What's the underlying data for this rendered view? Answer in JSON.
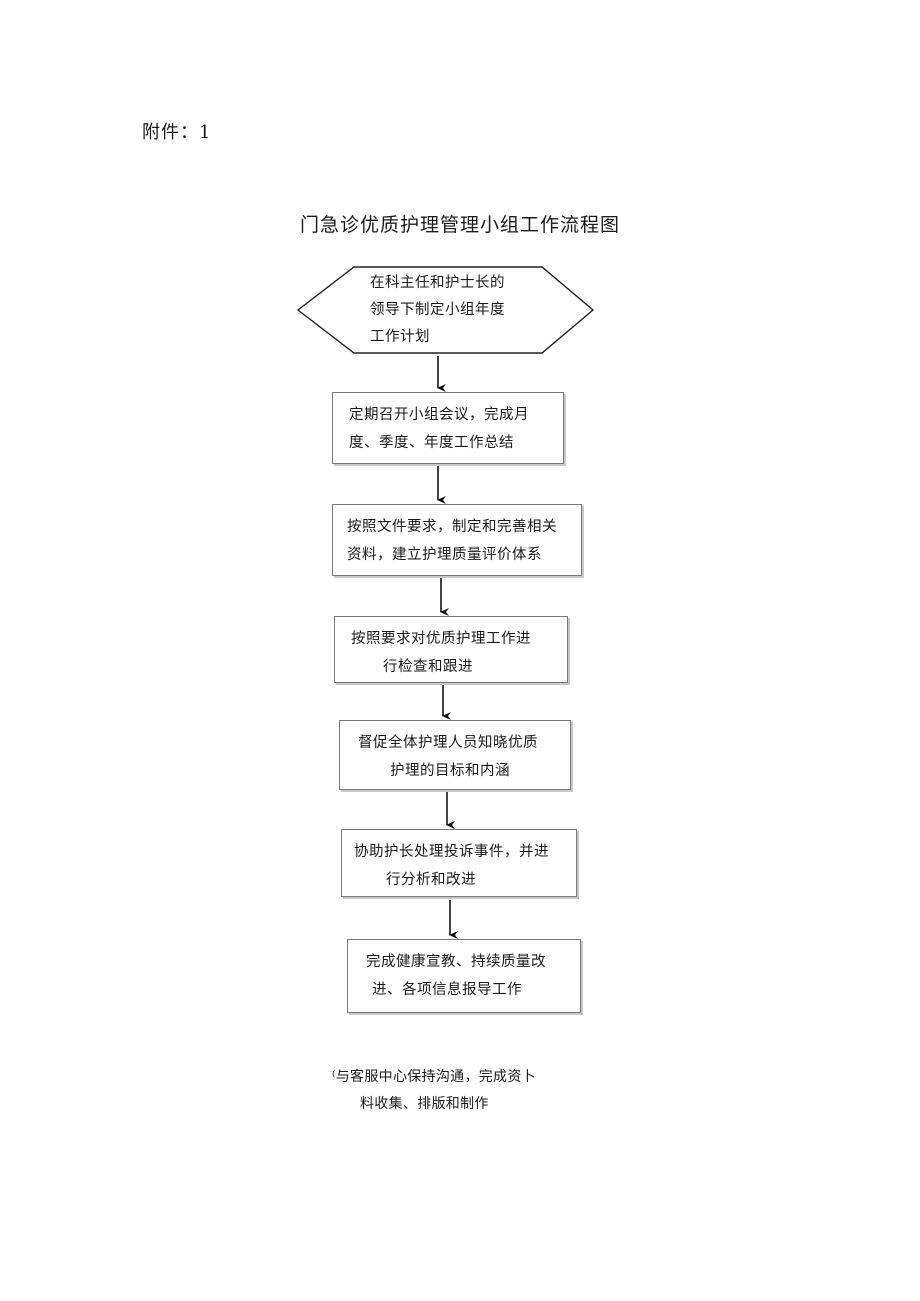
{
  "attachment_label": "附件：1",
  "title": "门急诊优质护理管理小组工作流程图",
  "steps": [
    {
      "lines": [
        "在科主任和护士长的",
        "领导下制定小组年度",
        "工作计划"
      ]
    },
    {
      "lines": [
        "定期召开小组会议，完成月",
        "度、季度、年度工作总结"
      ]
    },
    {
      "lines": [
        "按照文件要求，制定和完善相关",
        "资料，建立护理质量评价体系"
      ]
    },
    {
      "lines": [
        "按照要求对优质护理工作进",
        "行检查和跟进"
      ]
    },
    {
      "lines": [
        "督促全体护理人员知晓优质",
        "护理的目标和内涵"
      ]
    },
    {
      "lines": [
        "协助护长处理投诉事件，并进",
        "行分析和改进"
      ]
    },
    {
      "lines": [
        "完成健康宣教、持续质量改",
        "进、各项信息报导工作"
      ]
    }
  ],
  "note": {
    "lines": [
      "⁽与客服中心保持沟通，完成资卜",
      "料收集、排版和制作"
    ]
  }
}
